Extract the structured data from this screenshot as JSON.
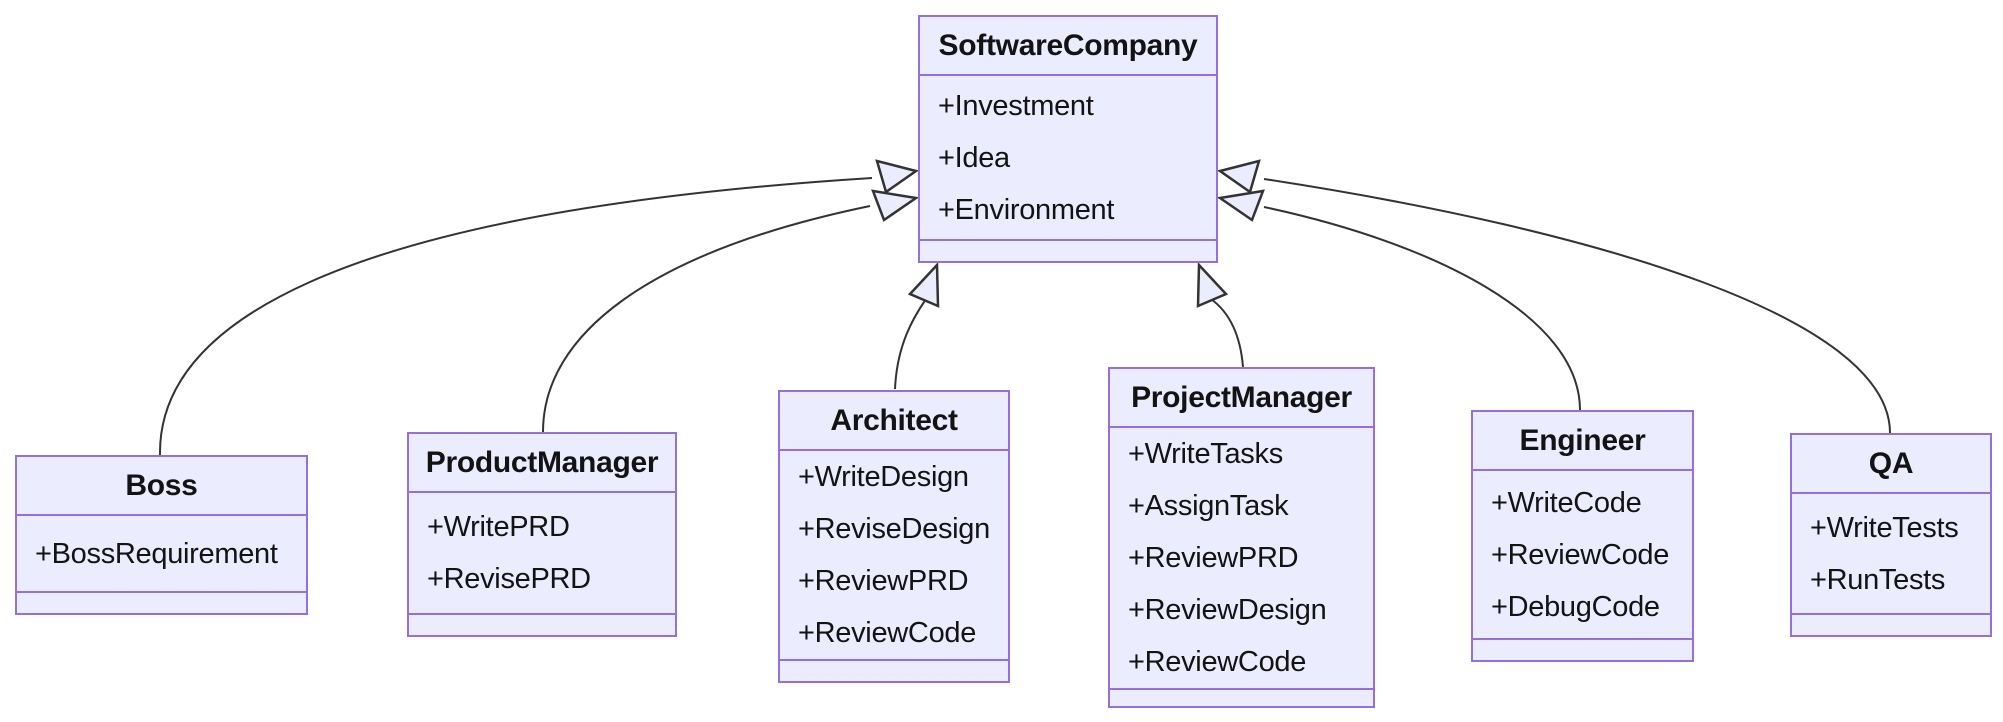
{
  "diagram": {
    "kind": "uml-class-diagram",
    "classes": [
      {
        "name": "SoftwareCompany",
        "members": [
          "+Investment",
          "+Idea",
          "+Environment"
        ]
      },
      {
        "name": "Boss",
        "members": [
          "+BossRequirement"
        ]
      },
      {
        "name": "ProductManager",
        "members": [
          "+WritePRD",
          "+RevisePRD"
        ]
      },
      {
        "name": "Architect",
        "members": [
          "+WriteDesign",
          "+ReviseDesign",
          "+ReviewPRD",
          "+ReviewCode"
        ]
      },
      {
        "name": "ProjectManager",
        "members": [
          "+WriteTasks",
          "+AssignTask",
          "+ReviewPRD",
          "+ReviewDesign",
          "+ReviewCode"
        ]
      },
      {
        "name": "Engineer",
        "members": [
          "+WriteCode",
          "+ReviewCode",
          "+DebugCode"
        ]
      },
      {
        "name": "QA",
        "members": [
          "+WriteTests",
          "+RunTests"
        ]
      }
    ],
    "relationships": [
      {
        "child": "Boss",
        "parent": "SoftwareCompany",
        "type": "inheritance"
      },
      {
        "child": "ProductManager",
        "parent": "SoftwareCompany",
        "type": "inheritance"
      },
      {
        "child": "Architect",
        "parent": "SoftwareCompany",
        "type": "inheritance"
      },
      {
        "child": "ProjectManager",
        "parent": "SoftwareCompany",
        "type": "inheritance"
      },
      {
        "child": "Engineer",
        "parent": "SoftwareCompany",
        "type": "inheritance"
      },
      {
        "child": "QA",
        "parent": "SoftwareCompany",
        "type": "inheritance"
      }
    ],
    "colors": {
      "node_fill": "#ECECFF",
      "node_border": "#9370DB",
      "edge_line": "#333333",
      "text": "#131313",
      "background": "#FFFFFF"
    }
  }
}
